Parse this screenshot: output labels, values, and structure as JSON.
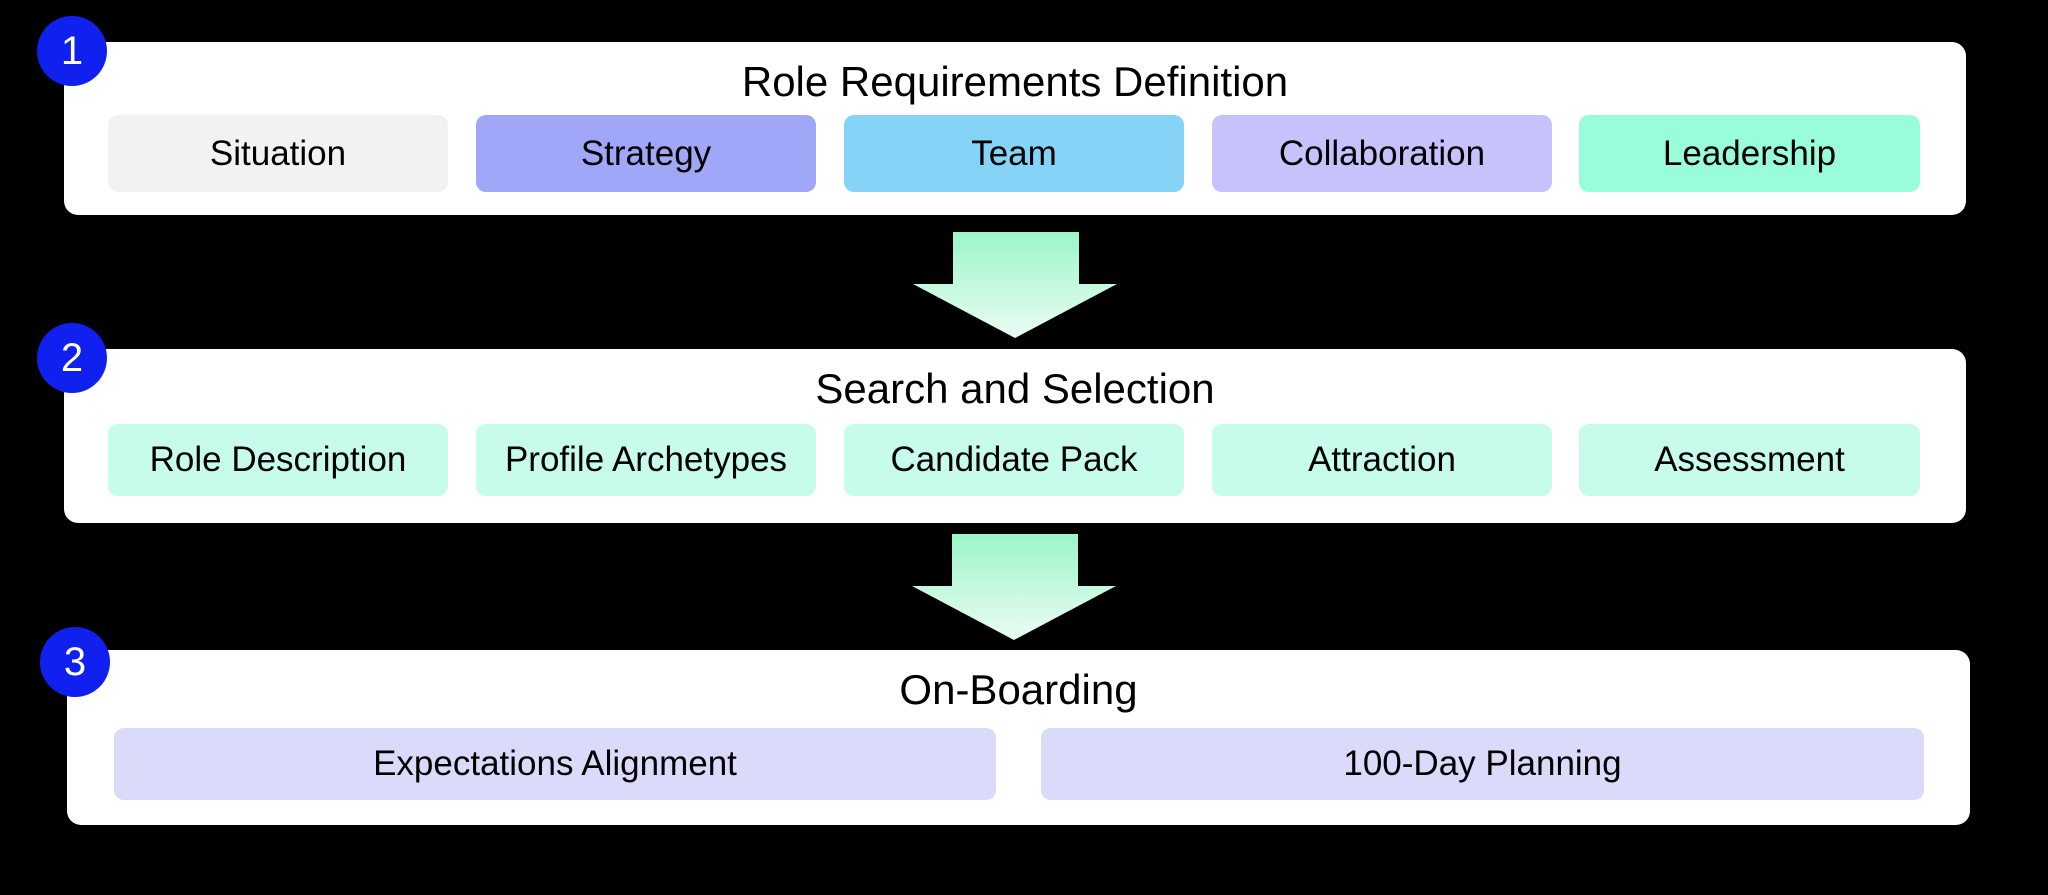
{
  "stages": [
    {
      "number": "1",
      "title": "Role Requirements Definition",
      "items": [
        {
          "label": "Situation",
          "color": "#f2f2f2"
        },
        {
          "label": "Strategy",
          "color": "#a0a6f8"
        },
        {
          "label": "Team",
          "color": "#85d3f7"
        },
        {
          "label": "Collaboration",
          "color": "#c6c2fb"
        },
        {
          "label": "Leadership",
          "color": "#99fddc"
        }
      ]
    },
    {
      "number": "2",
      "title": "Search and Selection",
      "items": [
        {
          "label": "Role Description",
          "color": "#c7fbec"
        },
        {
          "label": "Profile Archetypes",
          "color": "#c7fbec"
        },
        {
          "label": "Candidate Pack",
          "color": "#c7fbec"
        },
        {
          "label": "Attraction",
          "color": "#c7fbec"
        },
        {
          "label": "Assessment",
          "color": "#c7fbec"
        }
      ]
    },
    {
      "number": "3",
      "title": "On-Boarding",
      "items": [
        {
          "label": "Expectations Alignment",
          "color": "#dadafb"
        },
        {
          "label": "100-Day Planning",
          "color": "#dadafb"
        }
      ]
    }
  ],
  "colors": {
    "background": "#000000",
    "card": "#ffffff",
    "badge": "#1020ee",
    "arrow_top": "#9cf5c8",
    "arrow_bottom": "#eafdf3"
  }
}
